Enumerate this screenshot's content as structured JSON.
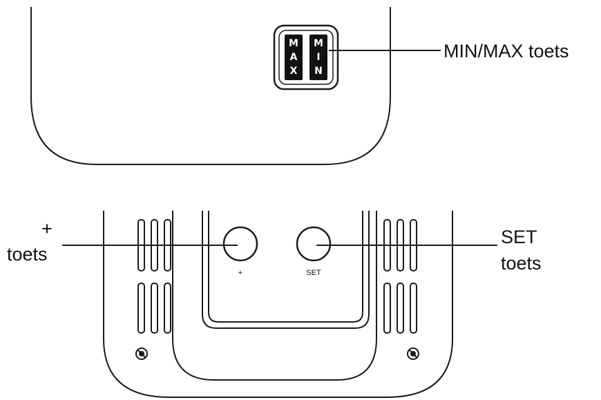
{
  "labels": {
    "minmax_callout": "MIN/MAX toets",
    "plus_callout_symbol": "+",
    "plus_callout_word": "toets",
    "set_callout_line1": "SET",
    "set_callout_line2": "toets"
  },
  "keys": {
    "max_letters": [
      "M",
      "A",
      "X"
    ],
    "min_letters": [
      "M",
      "I",
      "N"
    ]
  },
  "buttons": {
    "plus_label": "+",
    "set_label": "SET"
  },
  "colors": {
    "stroke": "#1a1a1a",
    "key_fill": "#111111",
    "background": "#ffffff"
  }
}
